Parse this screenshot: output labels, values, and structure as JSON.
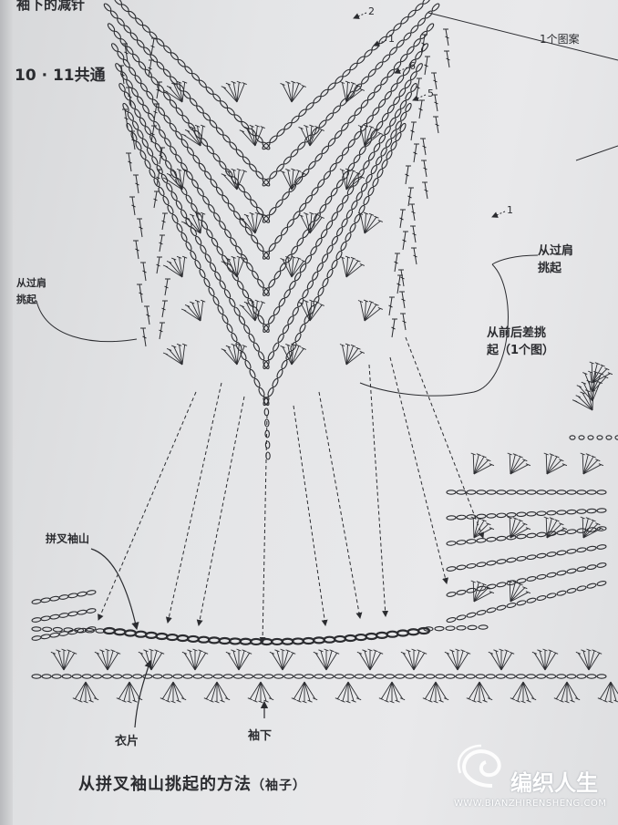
{
  "header": {
    "partial_title": "袖下的减针",
    "diagram_number": "10 · 11共通"
  },
  "labels": {
    "pattern_unit": "1个图案",
    "from_shoulder_right": "从过肩\n挑起",
    "from_shoulder_left": "从过肩\n挑起",
    "from_front_back": "从前后差挑\n起（1个图）",
    "raglan_sleeve_cap": "拼叉袖山",
    "body_piece": "衣片",
    "underarm": "袖下"
  },
  "row_numbers": [
    "2",
    "1",
    "6",
    "5",
    "1"
  ],
  "caption": {
    "main": "从拼叉袖山挑起的方法",
    "sub": "（袖子）"
  },
  "watermark": {
    "brand": "编织人生",
    "url": "WWW.BIANZHIRENSHENG.COM",
    "logo_icon": "spiral-logo-icon"
  },
  "colors": {
    "paper": "#e5e6e8",
    "ink": "#2b2c30",
    "watermark": "#ffffff"
  }
}
